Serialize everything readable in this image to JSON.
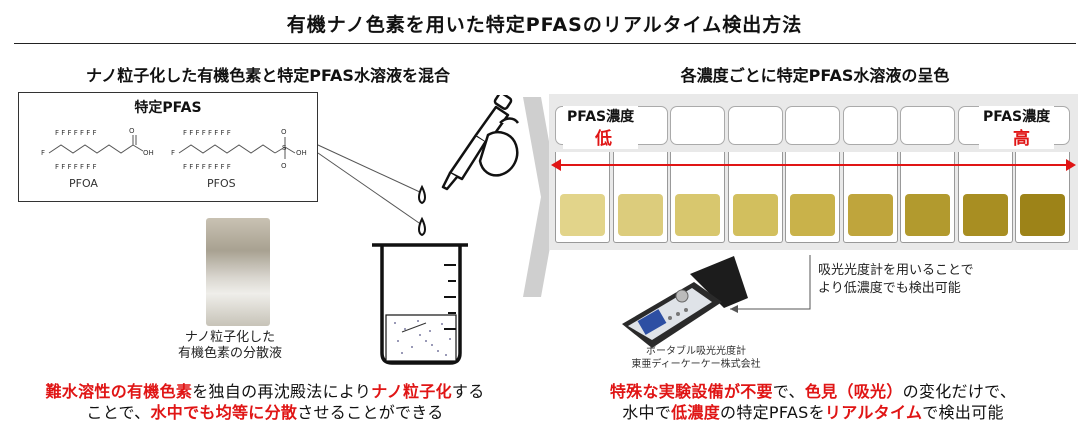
{
  "title": "有機ナノ色素を用いた特定PFASのリアルタイム検出方法",
  "left": {
    "heading": "ナノ粒子化した有機色素と特定PFAS水溶液を混合",
    "formula_box": {
      "header": "特定PFAS",
      "compound1": "PFOA",
      "compound2": "PFOS"
    },
    "photo_caption_1": "ナノ粒子化した",
    "photo_caption_2": "有機色素の分散液",
    "bottom_line1": {
      "p1": "難水溶性の有機色素",
      "p2": "を独自の再沈殿法により",
      "p3": "ナノ粒子化",
      "p4": "する"
    },
    "bottom_line2": {
      "p1": "ことで、",
      "p2": "水中でも均等に分散",
      "p3": "させることができる"
    }
  },
  "right": {
    "heading": "各濃度ごとに特定PFAS水溶液の呈色",
    "label_low_title": "PFAS濃度",
    "label_low": "低",
    "label_high_title": "PFAS濃度",
    "label_high": "高",
    "tube_colors": [
      "#e2d48a",
      "#dccc7c",
      "#d8c76e",
      "#d2bf5e",
      "#c9b24a",
      "#bfa53c",
      "#b29a2e",
      "#a88e22",
      "#9d8318"
    ],
    "device_note_1": "吸光光度計を用いることで",
    "device_note_2": "より低濃度でも検出可能",
    "device_caption_1": "ポータブル吸光光度計",
    "device_caption_2": "東亜ディーケーケー株式会社",
    "bottom_line1": {
      "p1": "特殊な実験設備が不要",
      "p2": "で、",
      "p3": "色見（吸光）",
      "p4": "の変化だけで、"
    },
    "bottom_line2": {
      "p1": "水中で",
      "p2": "低濃度",
      "p3": "の特定PFASを",
      "p4": "リアルタイム",
      "p5": "で検出可能"
    }
  }
}
